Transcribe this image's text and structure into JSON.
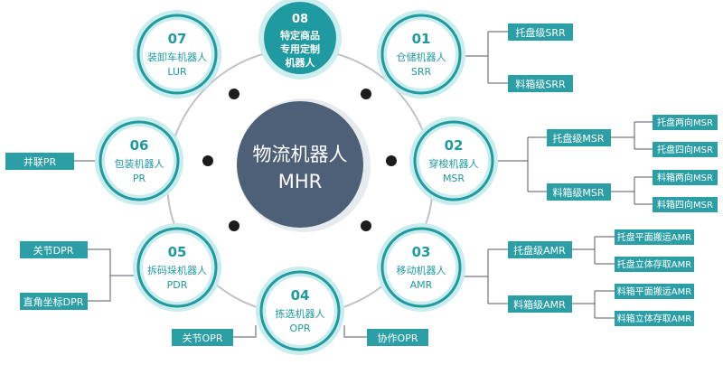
{
  "center": {
    "title": "物流机器人",
    "subtitle": "MHR"
  },
  "nodes": [
    {
      "id": "01",
      "label": "仓储机器人",
      "abbr": "SRR"
    },
    {
      "id": "02",
      "label": "穿梭机器人",
      "abbr": "MSR"
    },
    {
      "id": "03",
      "label": "移动机器人",
      "abbr": "AMR"
    },
    {
      "id": "04",
      "label": "拣选机器人",
      "abbr": "OPR"
    },
    {
      "id": "05",
      "label": "拆码垛机器人",
      "abbr": "PDR"
    },
    {
      "id": "06",
      "label": "包装机器人",
      "abbr": "PR"
    },
    {
      "id": "07",
      "label": "装卸车机器人",
      "abbr": "LUR"
    }
  ],
  "special": {
    "id": "08",
    "lines": [
      "特定商品",
      "专用定制",
      "机器人"
    ]
  },
  "branches": {
    "srr": [
      "托盘级SRR",
      "料箱级SRR"
    ],
    "msr": [
      {
        "label": "托盘级MSR",
        "children": [
          "托盘两向MSR",
          "托盘四向MSR"
        ]
      },
      {
        "label": "料箱级MSR",
        "children": [
          "料箱两向MSR",
          "料箱四向MSR"
        ]
      }
    ],
    "amr": [
      {
        "label": "托盘级AMR",
        "children": [
          "托盘平面搬运AMR",
          "托盘立体存取AMR"
        ]
      },
      {
        "label": "料箱级AMR",
        "children": [
          "料箱平面搬运AMR",
          "料箱立体存取AMR"
        ]
      }
    ],
    "opr": [
      "关节OPR",
      "协作OPR"
    ],
    "pdr": [
      "关节DPR",
      "直角坐标DPR"
    ],
    "pr": [
      "并联PR"
    ]
  },
  "colors": {
    "teal": "#1f9aa0",
    "teal_light": "#c9ecec",
    "center_fill": "#4d6078",
    "ring": "#bfc3c7",
    "line": "#555a60",
    "box_fill": "#2c9fa6"
  }
}
